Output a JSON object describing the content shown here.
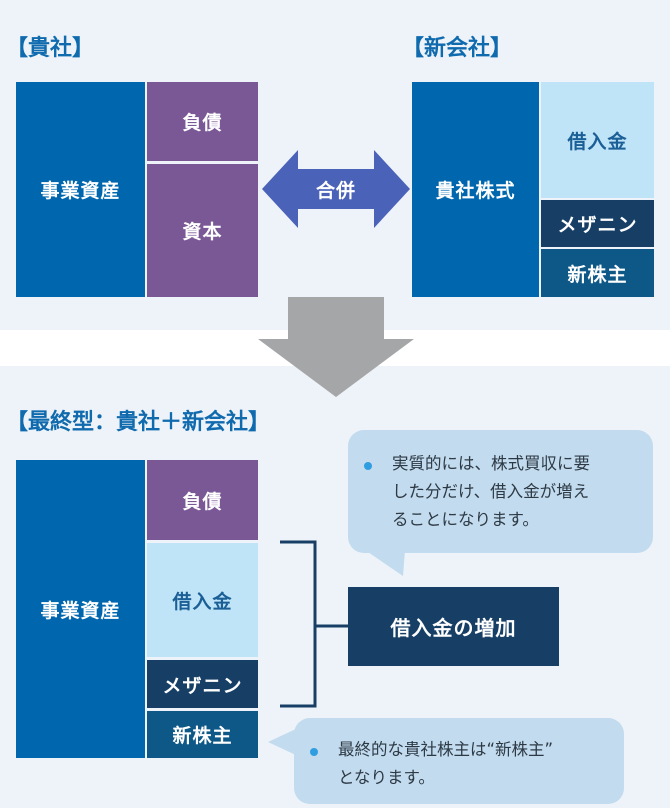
{
  "left_company": {
    "title": "【貴社】",
    "assets": "事業資産",
    "liabilities": "負債",
    "equity": "資本"
  },
  "merge_label": "合併",
  "new_company": {
    "title": "【新会社】",
    "shares": "貴社株式",
    "loan": "借入金",
    "mezzanine": "メザニン",
    "new_shareholders": "新株主"
  },
  "final": {
    "title": "【最終型：貴社＋新会社】",
    "assets": "事業資産",
    "liabilities": "負債",
    "loan": "借入金",
    "mezzanine": "メザニン",
    "new_shareholders": "新株主",
    "increase_label": "借入金の増加"
  },
  "callout_top": "実質的には、株式買収に要\nした分だけ、借入金が増え\nることになります。",
  "callout_bottom": "最終的な貴社株主は“新株主”\nとなります。",
  "colors": {
    "asset_blue": "#0067ae",
    "debt_purple": "#7a5896",
    "loan_light": "#bfe3f7",
    "mezzanine_navy": "#173f66",
    "new_shareholder_teal": "#0e5888",
    "arrow_blue": "#4a62b8",
    "down_arrow_gray": "#a4a6a8",
    "panel_bg": "#edf3f8",
    "callout_bg": "#c2dbee"
  }
}
